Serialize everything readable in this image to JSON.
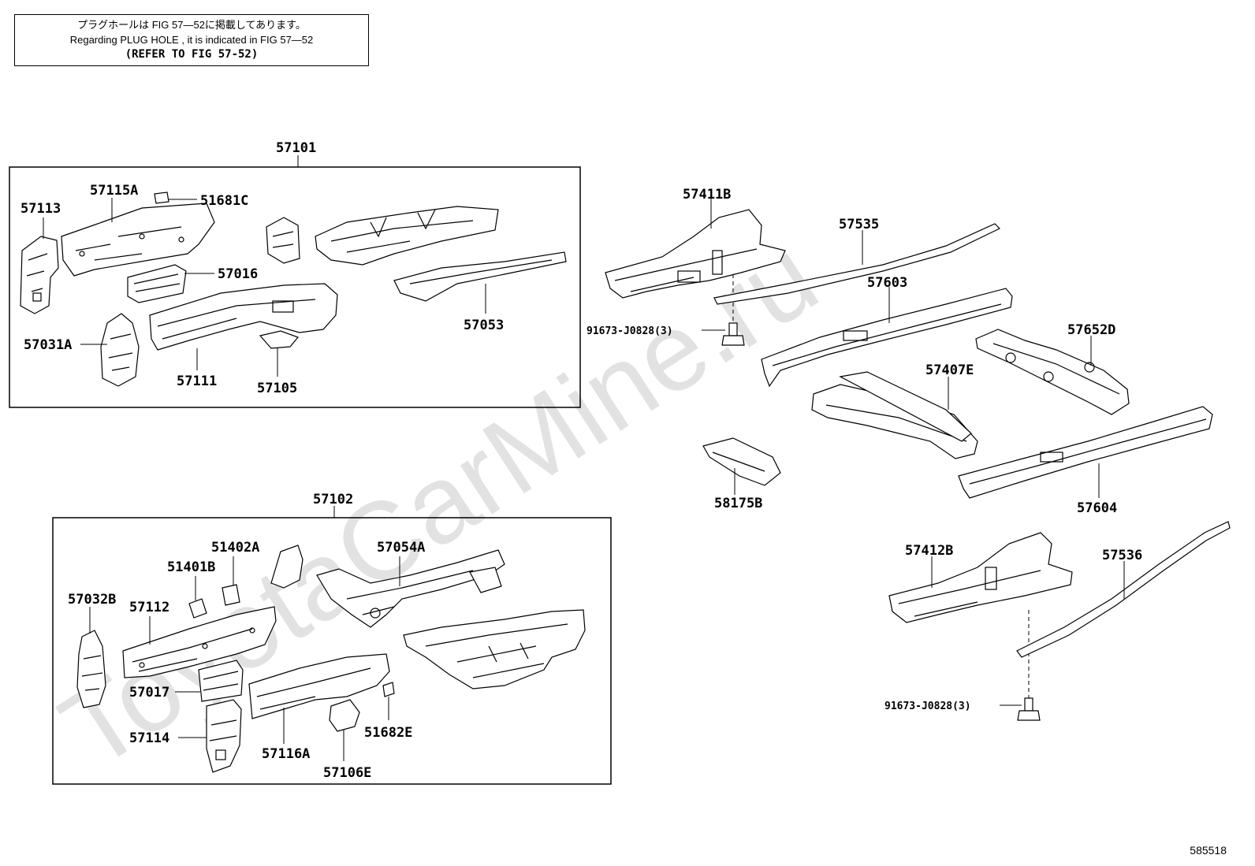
{
  "note": {
    "jp": "プラグホールは FIG 57—52に掲載してあります。",
    "en": "Regarding PLUG HOLE , it is indicated in FIG 57—52",
    "ref": "(REFER TO FIG 57-52)"
  },
  "watermark": "ToyotaCarMine.ru",
  "diagram_id": "585518",
  "groups": {
    "g57101": "57101",
    "g57102": "57102"
  },
  "parts": {
    "p57113": "57113",
    "p57115A": "57115A",
    "p51681C": "51681C",
    "p57016": "57016",
    "p57031A": "57031A",
    "p57111": "57111",
    "p57105": "57105",
    "p57053": "57053",
    "p57411B": "57411B",
    "p57535": "57535",
    "p57603": "57603",
    "p91673a": "91673-J0828(3)",
    "p57652D": "57652D",
    "p57407E": "57407E",
    "p58175B": "58175B",
    "p57604": "57604",
    "p51402A": "51402A",
    "p57054A": "57054A",
    "p51401B": "51401B",
    "p57032B": "57032B",
    "p57112": "57112",
    "p57017": "57017",
    "p57114": "57114",
    "p57116A": "57116A",
    "p51682E": "51682E",
    "p57106E": "57106E",
    "p57412B": "57412B",
    "p57536": "57536",
    "p91673b": "91673-J0828(3)"
  }
}
